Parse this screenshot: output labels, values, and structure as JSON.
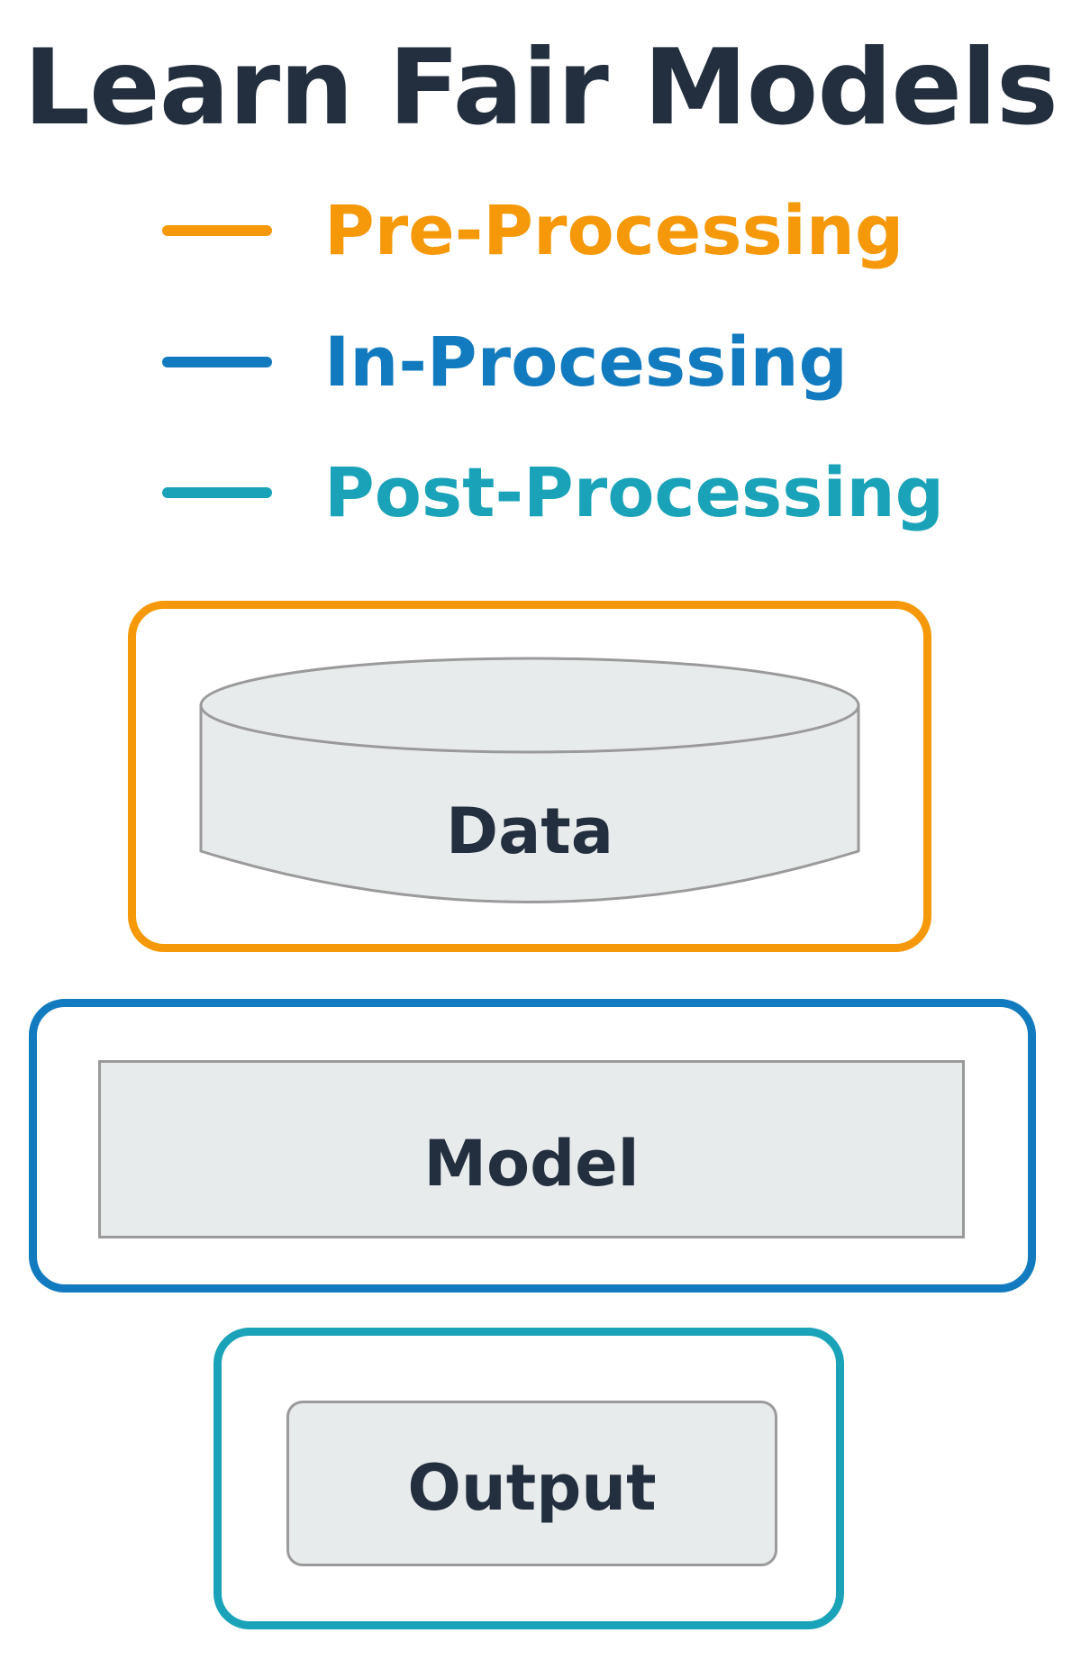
{
  "title": "Learn Fair Models",
  "legend": [
    {
      "label": "Pre-Processing",
      "color": "#f5990a"
    },
    {
      "label": "In-Processing",
      "color": "#127bbf"
    },
    {
      "label": "Post-Processing",
      "color": "#1aa3b8"
    }
  ],
  "nodes": {
    "data": {
      "label": "Data",
      "fill": "#e8ebec",
      "stroke": "#9a9a9a"
    },
    "model": {
      "label": "Model"
    },
    "output": {
      "label": "Output"
    }
  },
  "text_color": "#232f3e"
}
